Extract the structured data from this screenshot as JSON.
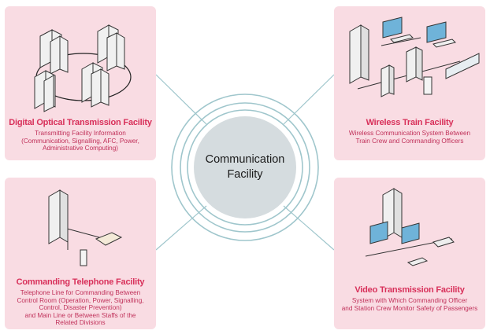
{
  "center": {
    "line1": "Communication",
    "line2": "Facility"
  },
  "panels": {
    "top_left": {
      "title": "Digital Optical Transmission Facility",
      "desc": [
        "Transmitting Facility Information",
        "(Communication, Signalling, AFC, Power,",
        "Administrative Computing)"
      ]
    },
    "top_right": {
      "title": "Wireless Train Facility",
      "desc": [
        "Wireless Communication System Between",
        "Train Crew and Commanding Officers"
      ]
    },
    "bottom_left": {
      "title": "Commanding Telephone Facility",
      "desc": [
        "Telephone Line for Commanding Between",
        "Control Room (Operation, Power, Signalling,",
        "Control, Disaster Prevention)",
        "and Main Line or Between Staffs of the",
        "Related Divisions"
      ]
    },
    "bottom_right": {
      "title": "Video Transmission Facility",
      "desc": [
        "System with Which Commanding Officer",
        "and Station Crew Monitor Safety of Passengers"
      ]
    }
  },
  "colors": {
    "panel": "#f9dce3",
    "title": "#d8305a",
    "ring": "#9fc6cc",
    "hub": "#d5dcdf"
  }
}
